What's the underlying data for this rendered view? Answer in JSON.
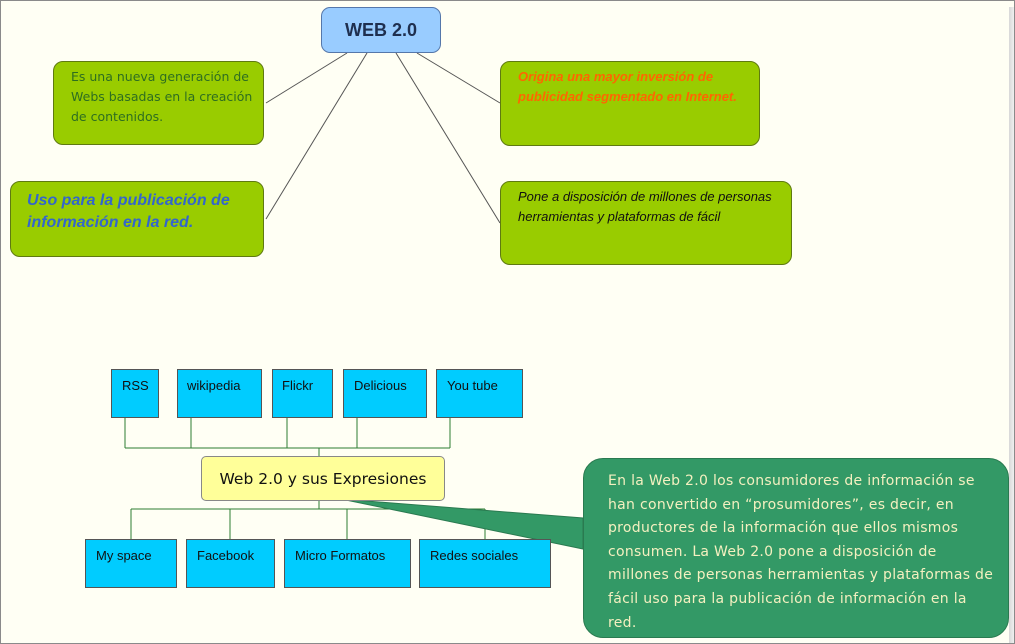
{
  "root": {
    "label": "WEB 2.0"
  },
  "branches": {
    "definition": "Es una nueva generación de Webs basadas en la creación de contenidos.",
    "usage": "Uso  para la publicación de información en la red.",
    "advertising": "Origina  una mayor inversión de publicidad segmentado en Internet.",
    "tools": "Pone a disposición de millones de personas herramientas y plataformas de fácil"
  },
  "expressions": {
    "center": "Web 2.0 y sus Expresiones",
    "top": [
      "RSS",
      "wikipedia",
      "Flickr",
      "Delicious",
      "You tube"
    ],
    "bottom": [
      "My space",
      "Facebook",
      "Micro Formatos",
      "Redes sociales"
    ]
  },
  "callout": {
    "text": "En la Web 2.0 los consumidores de información se han convertido en “prosumidores”, es decir, en productores de la información que ellos mismos consumen. La Web 2.0 pone a disposición de millones de personas herramientas y plataformas de fácil uso para la publicación de información en la red."
  },
  "colors": {
    "root_fill": "#99ccff",
    "branch_fill": "#99cc00",
    "tool_fill": "#00ccff",
    "center_fill": "#ffff99",
    "callout_fill": "#339966",
    "usage_text": "#3366cc",
    "advertising_text": "#ff6600"
  }
}
